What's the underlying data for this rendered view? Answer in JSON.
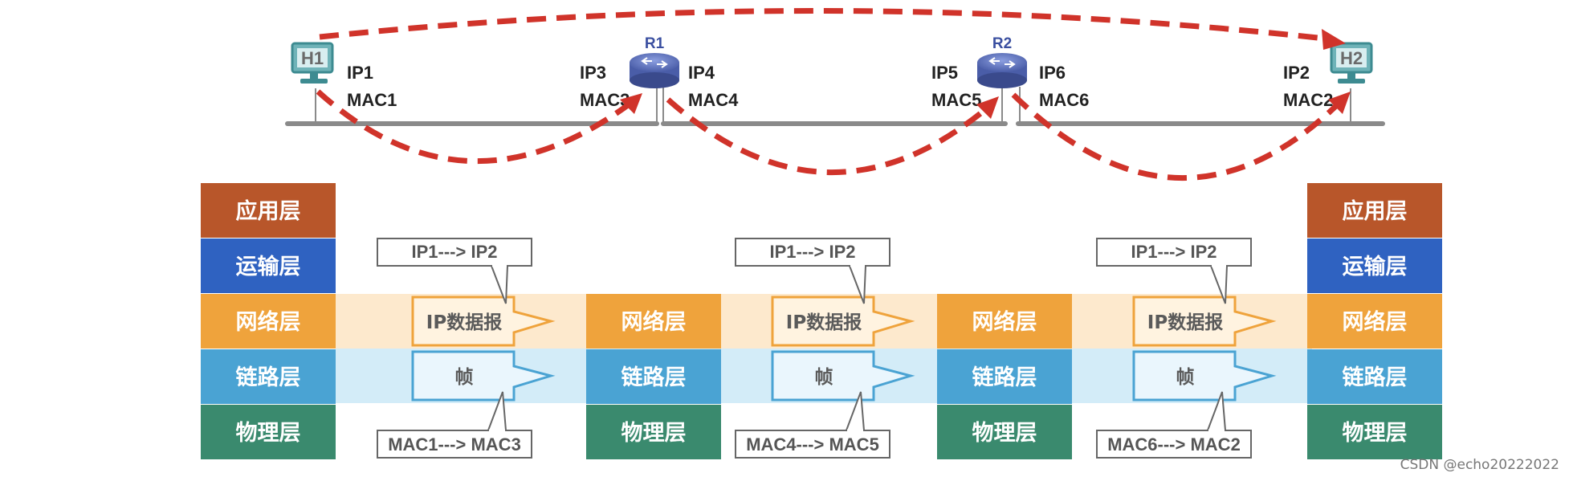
{
  "hosts": {
    "h1": {
      "name": "H1",
      "ip": "IP1",
      "mac": "MAC1"
    },
    "h2": {
      "name": "H2",
      "ip": "IP2",
      "mac": "MAC2"
    }
  },
  "routers": {
    "r1": {
      "name": "R1",
      "ip_left": "IP3",
      "mac_left": "MAC3",
      "ip_right": "IP4",
      "mac_right": "MAC4"
    },
    "r2": {
      "name": "R2",
      "ip_left": "IP5",
      "mac_left": "MAC5",
      "ip_right": "IP6",
      "mac_right": "MAC6"
    }
  },
  "layers": {
    "app": "应用层",
    "transport": "运输层",
    "network": "网络层",
    "link": "链路层",
    "physical": "物理层"
  },
  "packets": {
    "ip_datagram": "IP数据报",
    "frame": "帧"
  },
  "callouts": {
    "ip_1": "IP1---> IP2",
    "ip_2": "IP1---> IP2",
    "ip_3": "IP1---> IP2",
    "mac_1": "MAC1---> MAC3",
    "mac_2": "MAC4---> MAC5",
    "mac_3": "MAC6---> MAC2"
  },
  "watermark": "CSDN @echo20222022",
  "colors": {
    "app": "#b8562a",
    "transport": "#2f62c1",
    "network": "#efa33c",
    "link": "#4aa3d3",
    "physical": "#3a8a6e",
    "network_band": "#fde9cd",
    "link_band": "#d3ecf8",
    "path": "#d0332a",
    "router": "#5a6fb5"
  }
}
